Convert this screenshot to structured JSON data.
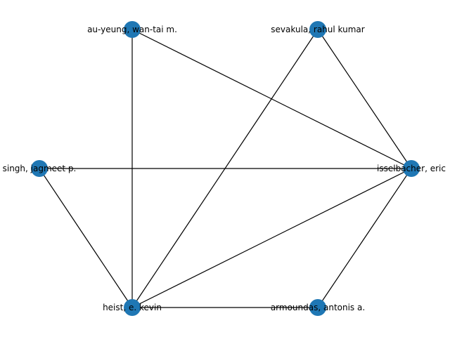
{
  "graph": {
    "node_color": "#1f77b4",
    "edge_color": "#000000",
    "nodes": [
      {
        "id": "au",
        "label": "au-yeung, wan-tai m."
      },
      {
        "id": "sev",
        "label": "sevakula, rahul kumar"
      },
      {
        "id": "singh",
        "label": "singh, jagmeet p."
      },
      {
        "id": "iss",
        "label": "isselbacher, eric"
      },
      {
        "id": "heist",
        "label": "heist, e. kevin"
      },
      {
        "id": "arm",
        "label": "armoundas, antonis a."
      }
    ],
    "edges": [
      [
        "au",
        "heist"
      ],
      [
        "au",
        "iss"
      ],
      [
        "sev",
        "heist"
      ],
      [
        "sev",
        "iss"
      ],
      [
        "singh",
        "iss"
      ],
      [
        "singh",
        "heist"
      ],
      [
        "heist",
        "iss"
      ],
      [
        "heist",
        "arm"
      ],
      [
        "arm",
        "iss"
      ]
    ]
  }
}
